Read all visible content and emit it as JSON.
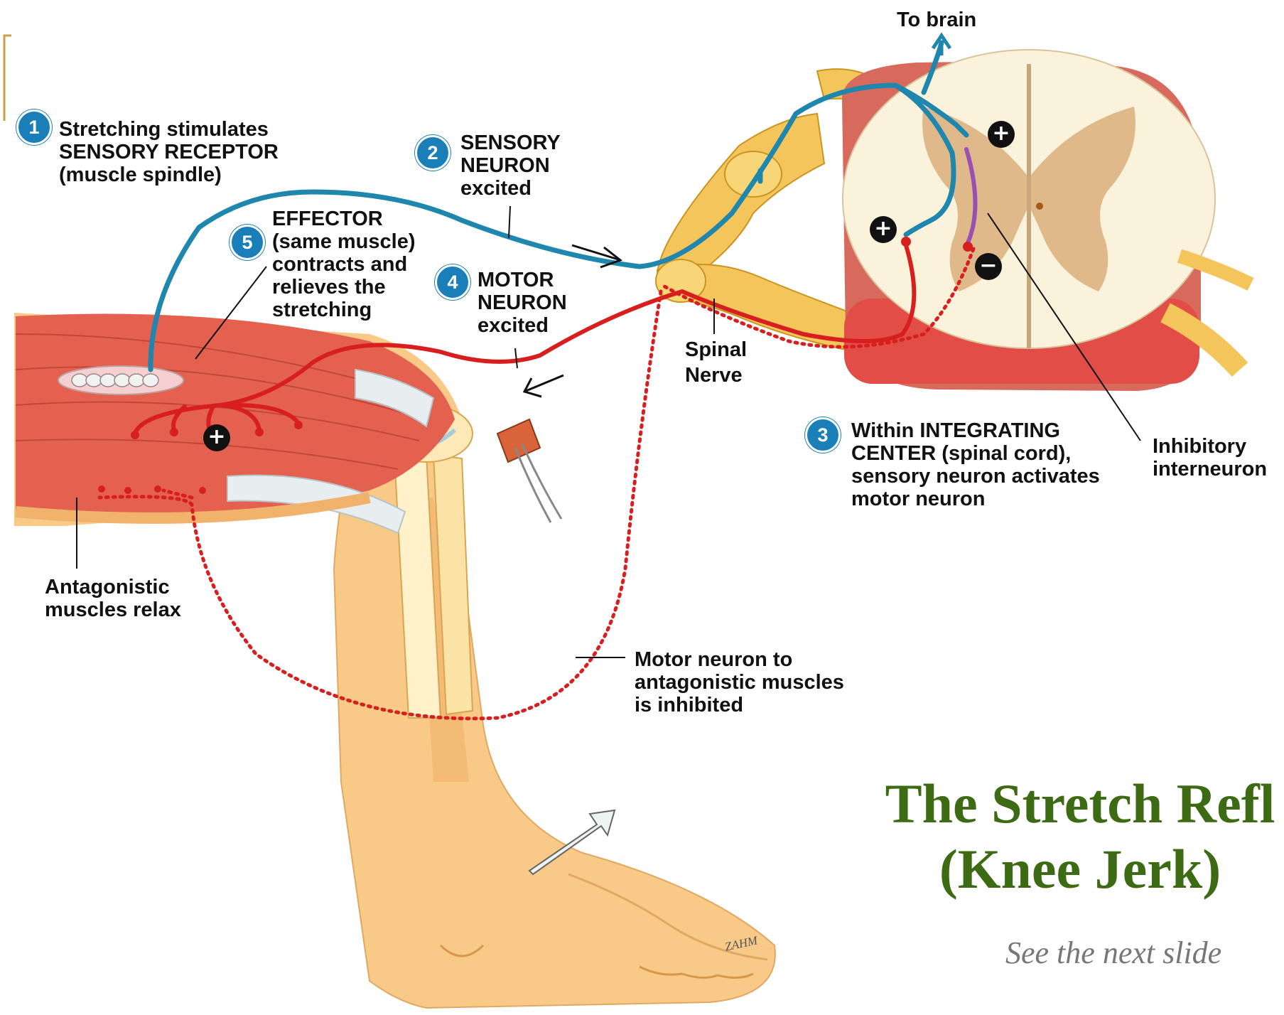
{
  "labels": {
    "to_brain": "To brain",
    "step1": [
      "Stretching stimulates",
      "SENSORY RECEPTOR",
      "(muscle spindle)"
    ],
    "step2": [
      "SENSORY",
      "NEURON",
      "excited"
    ],
    "step3": [
      "Within INTEGRATING",
      "CENTER (spinal cord),",
      "sensory neuron activates",
      "motor neuron"
    ],
    "step4": [
      "MOTOR",
      "NEURON",
      "excited"
    ],
    "step5": [
      "EFFECTOR",
      "(same muscle)",
      "contracts and",
      "relieves the",
      "stretching"
    ],
    "spinal_nerve": [
      "Spinal",
      "Nerve"
    ],
    "inhibitory_interneuron": [
      "Inhibitory",
      "interneuron"
    ],
    "antagonistic": [
      "Antagonistic",
      "muscles relax"
    ],
    "motor_to_antagonistic": [
      "Motor neuron to",
      "antagonistic muscles",
      "is inhibited"
    ]
  },
  "step_numbers": [
    "1",
    "2",
    "3",
    "4",
    "5"
  ],
  "signs": {
    "plus": "+",
    "minus": "−"
  },
  "title": [
    "The Stretch Refl",
    "(Knee Jerk)"
  ],
  "subtitle": "See the next slide",
  "artist_signature": "ZAHM",
  "colors": {
    "sensory": "#1f86ad",
    "motor": "#d81f1f",
    "interneuron": "#9a4fb3",
    "muscle": "#e05a4c",
    "skin": "#f7c27a",
    "grey_matter": "#dfb98a",
    "title": "#3d6b14",
    "badge": "#1a7fb8"
  }
}
